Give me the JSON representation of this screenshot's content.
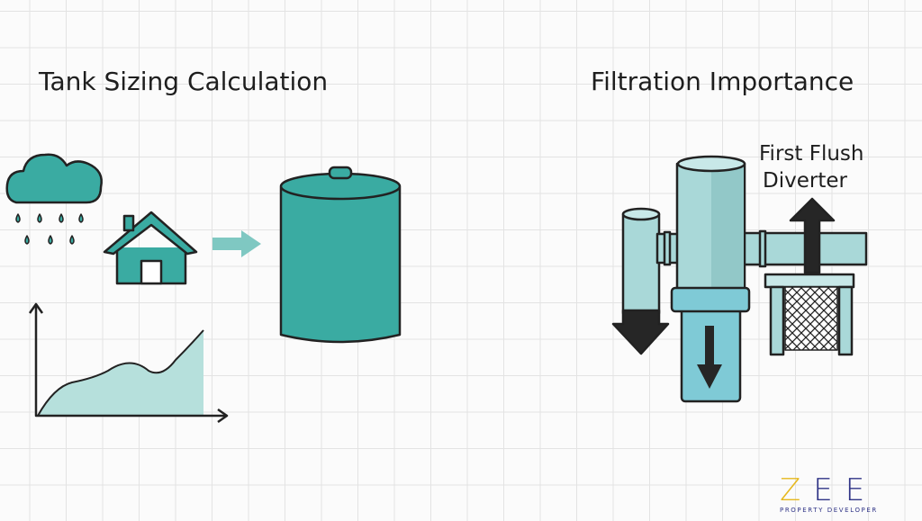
{
  "left_section": {
    "title": "Tank Sizing Calculation"
  },
  "right_section": {
    "title": "Filtration Importance",
    "diverter_label_line1": "First Flush",
    "diverter_label_line2": "Diverter"
  },
  "logo": {
    "letters": [
      "Z",
      "E",
      "E"
    ],
    "tagline": "PROPERTY DEVELOPER"
  },
  "colors": {
    "teal": "#3aaba2",
    "light_teal": "#a9d8d8",
    "dark": "#262626",
    "logo_gold": "#e6b81e",
    "logo_navy": "#2f3386"
  }
}
